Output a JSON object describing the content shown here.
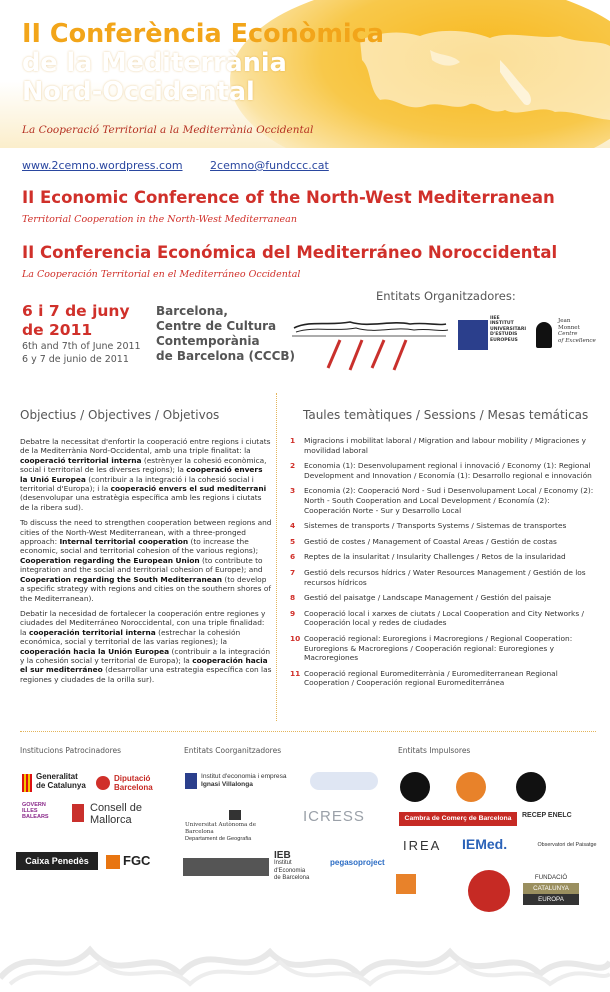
{
  "header": {
    "title_line1": "II Conferència Econòmica",
    "title_line2": "de la Mediterrània",
    "title_line3": "Nord-Occidental",
    "subtitle": "La Cooperació Territorial a la Mediterrània Occidental"
  },
  "links": {
    "web": "www.2cemno.wordpress.com",
    "email": "2cemno@fundccc.cat"
  },
  "english": {
    "title": "II Economic Conference of the North-West Mediterranean",
    "subtitle": "Territorial Cooperation in the North-West Mediterranean"
  },
  "spanish": {
    "title": "II Conferencia Económica del Mediterráneo Noroccidental",
    "subtitle": "La Cooperación Territorial en el Mediterráneo Occidental"
  },
  "date": {
    "main1": "6 i 7 de juny",
    "main2": "de 2011",
    "en": "6th and 7th of June 2011",
    "es": "6 y 7 de junio de 2011"
  },
  "venue": {
    "l1": "Barcelona,",
    "l2": "Centre de Cultura",
    "l3": "Contemporània",
    "l4": "de Barcelona (CCCB)"
  },
  "organizers": {
    "heading": "Entitats Organitzadores:",
    "iee": {
      "small": "IIEE",
      "l1": "INSTITUT",
      "l2": "UNIVERSITARI",
      "l3": "D'ESTUDIS",
      "l4": "EUROPEUS"
    },
    "jm": {
      "l1": "Jean",
      "l2": "Monnet",
      "l3": "Centre",
      "l4": "of Excellence"
    }
  },
  "objectives": {
    "heading": "Objectius / Objectives / Objetivos",
    "ca": [
      "Debatre la necessitat d'enfortir la cooperació entre regions i ciutats de la Mediterrània Nord-Occidental, amb una triple finalitat: la ",
      "cooperació territorial interna",
      " (estrènyer la cohesió econòmica, social i territorial de les diverses regions); la ",
      "cooperació envers la Unió Europea",
      " (contribuir a la integració i la cohesió social i territorial d'Europa); i la ",
      "cooperació envers el sud mediterrani",
      " (desenvolupar una estratègia específica amb les regions i ciutats de la ribera sud)."
    ],
    "en": [
      "To discuss the need to strengthen cooperation between regions and cities of the North-West Mediterranean, with a three-pronged approach: ",
      "Internal territorial cooperation",
      " (to increase the economic, social and territorial cohesion of the various regions); ",
      "Cooperation regarding the European Union",
      " (to contribute to integration and the social and territorial cohesion of Europe); and ",
      "Cooperation regarding the South Mediterranean",
      " (to develop a specific strategy with regions and cities on the southern shores of the Mediterranean)."
    ],
    "es": [
      "Debatir la necesidad de fortalecer la cooperación entre regiones y ciudades del Mediterráneo Noroccidental, con una triple finalidad: la ",
      "cooperación territorial interna",
      " (estrechar la cohesión económica, social y territorial de las varias regiones); la ",
      "cooperación hacia la Unión Europea",
      " (contribuir a la integración y la cohesión social y territorial de Europa); la ",
      "cooperación hacia el sur mediterráneo",
      " (desarrollar una estrategia específica con las regiones y ciudades de la orilla sur)."
    ]
  },
  "topics": {
    "heading": "Taules temàtiques / Sessions / Mesas temáticas",
    "items": [
      {
        "n": "1",
        "text": "Migracions i mobilitat laboral / Migration and labour mobility / Migraciones y movilidad laboral"
      },
      {
        "n": "2",
        "text": "Economia (1): Desenvolupament regional i innovació / Economy (1): Regional Development and Innovation / Economía (1): Desarrollo regional e innovación"
      },
      {
        "n": "3",
        "text": "Economia (2): Cooperació Nord - Sud i Desenvolupament Local / Economy (2): North - South Cooperation and Local Development / Economía (2): Cooperación Norte - Sur y Desarrollo Local"
      },
      {
        "n": "4",
        "text": "Sistemes de transports / Transports Systems / Sistemas de transportes"
      },
      {
        "n": "5",
        "text": "Gestió de costes / Management of Coastal Areas / Gestión de costas"
      },
      {
        "n": "6",
        "text": "Reptes de la insularitat / Insularity Challenges / Retos de la insularidad"
      },
      {
        "n": "7",
        "text": "Gestió dels recursos hídrics / Water Resources Management / Gestión de los recursos hídricos"
      },
      {
        "n": "8",
        "text": "Gestió del paisatge / Landscape Management / Gestión del paisaje"
      },
      {
        "n": "9",
        "text": "Cooperació local i xarxes de ciutats / Local Cooperation and City Networks / Cooperación local y redes de ciudades"
      },
      {
        "n": "10",
        "text": "Cooperació regional: Euroregions i Macroregions / Regional Cooperation: Euroregions & Macroregions / Cooperación regional: Euroregiones y Macroregiones"
      },
      {
        "n": "11",
        "text": "Cooperació regional Euromediterrània / Euromediterranean Regional Cooperation / Cooperación regional Euromediterránea"
      }
    ]
  },
  "sponsors": {
    "heading_patrons": "Institucions Patrocinadores",
    "heading_coorg": "Entitats Coorganitzadores",
    "heading_promo": "Entitats Impulsores",
    "generalitat": {
      "l1": "Generalitat",
      "l2": "de Catalunya"
    },
    "diputacio": {
      "l1": "Diputació",
      "l2": "Barcelona"
    },
    "govern": {
      "l1": "GOVERN",
      "l2": "ILLES",
      "l3": "BALEARS"
    },
    "consell": {
      "l1": "Consell de",
      "l2": "Mallorca"
    },
    "caixa": "Caixa Penedès",
    "fgc": "FGC",
    "iei": {
      "l1": "Institut d'economia i empresa",
      "l2": "Ignasi Villalonga"
    },
    "uab": {
      "l1": "Universitat Autònoma de Barcelona",
      "l2": "Departament de Geografia"
    },
    "icress": "ICRESS",
    "ieb": {
      "l1": "IEB",
      "l2": "Institut",
      "l3": "d'Economia",
      "l4": "de Barcelona"
    },
    "pegaso": "pegasoproject",
    "cambra": "Cambra de Comerç de Barcelona",
    "recep": "RECEP ENELC",
    "irea": "IREA",
    "iemed": "IEMed.",
    "paisatge": "Observatori del Paisatge",
    "fundacio": {
      "l1": "FUNDACIÓ",
      "l2": "CATALUNYA",
      "l3": "EUROPA"
    }
  }
}
